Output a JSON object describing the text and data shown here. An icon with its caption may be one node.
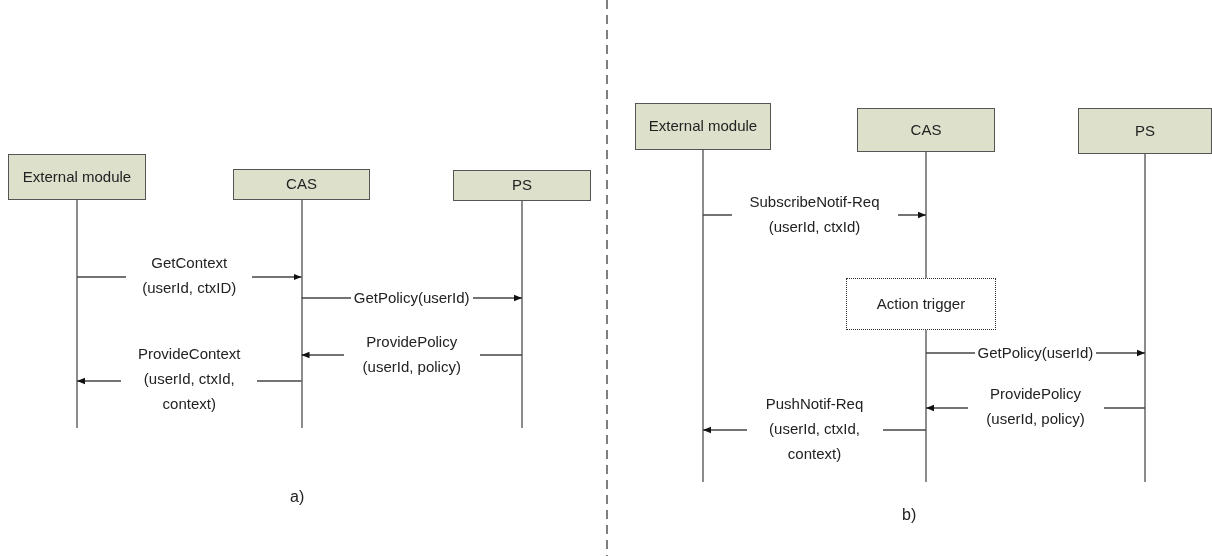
{
  "diagram": {
    "nodes": [
      {
        "text": [
          "External module"
        ]
      },
      {
        "text": [
          "CAS"
        ]
      },
      {
        "text": [
          "PS"
        ]
      },
      {
        "text": [
          "External module"
        ]
      },
      {
        "text": [
          "CAS"
        ]
      },
      {
        "text": [
          "PS"
        ]
      },
      {
        "text": [
          "Action trigger"
        ]
      }
    ],
    "edges": [
      {
        "from": 0,
        "to": 1,
        "arrow": "to",
        "label": "GetContext (userId, ctxID)"
      },
      {
        "from": 1,
        "to": 2,
        "arrow": "to",
        "label": "GetPolicy(userId)"
      },
      {
        "from": 2,
        "to": 1,
        "arrow": "to",
        "label": "ProvidePolicy (userId, policy)"
      },
      {
        "from": 1,
        "to": 0,
        "arrow": "to",
        "label": "ProvideContext (userId, ctxId, context)"
      },
      {
        "from": 3,
        "to": 4,
        "arrow": "to",
        "label": "SubscribeNotif-Req (userId, ctxId)"
      },
      {
        "from": 4,
        "to": 5,
        "arrow": "to",
        "label": "GetPolicy(userId)"
      },
      {
        "from": 5,
        "to": 4,
        "arrow": "to",
        "label": "ProvidePolicy (userId, policy)"
      },
      {
        "from": 4,
        "to": 3,
        "arrow": "to",
        "label": "PushNotif-Req (userId, ctxId, context)"
      }
    ],
    "labels": [
      "a)",
      "b)"
    ]
  }
}
